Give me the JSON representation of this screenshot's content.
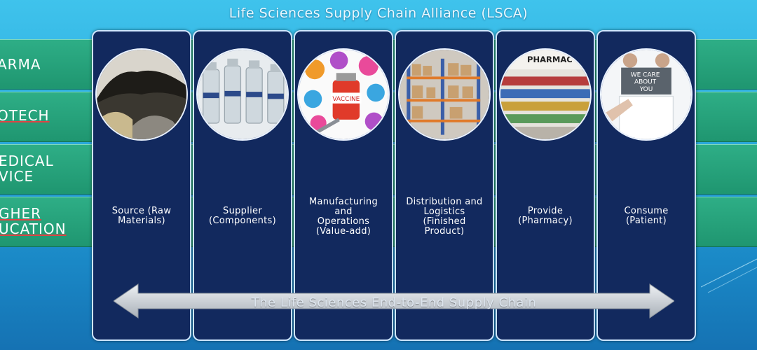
{
  "title": "Life Sciences Supply Chain Alliance (LSCA)",
  "industries": [
    {
      "label": "ARMA"
    },
    {
      "label": "OTECH"
    },
    {
      "label": "EDICAL\nVICE"
    },
    {
      "label": "GHER\nUCATION"
    }
  ],
  "stages": [
    {
      "label": "Source (Raw\nMaterials)",
      "image_icon": "raw-materials-icon"
    },
    {
      "label": "Supplier\n(Components)",
      "image_icon": "vials-icon"
    },
    {
      "label": "Manufacturing\nand\nOperations\n(Value-add)",
      "image_icon": "vaccine-icon"
    },
    {
      "label": "Distribution and\nLogistics\n(Finished\nProduct)",
      "image_icon": "warehouse-icon"
    },
    {
      "label": "Provide\n(Pharmacy)",
      "image_icon": "pharmacy-icon"
    },
    {
      "label": "Consume\n(Patient)",
      "image_icon": "patient-icon"
    }
  ],
  "vaccine_label": "VACCINE",
  "pharmacy_sign": "PHARMAC",
  "patient_sign": "WE CARE\nABOUT\nYOU",
  "chain_arrow_label": "The Life Sciences End-to-End Supply Chain",
  "colors": {
    "background": "#2aa9dc",
    "row": "#1f9670",
    "column": "#12295e",
    "arrow": "#c9ced4"
  }
}
